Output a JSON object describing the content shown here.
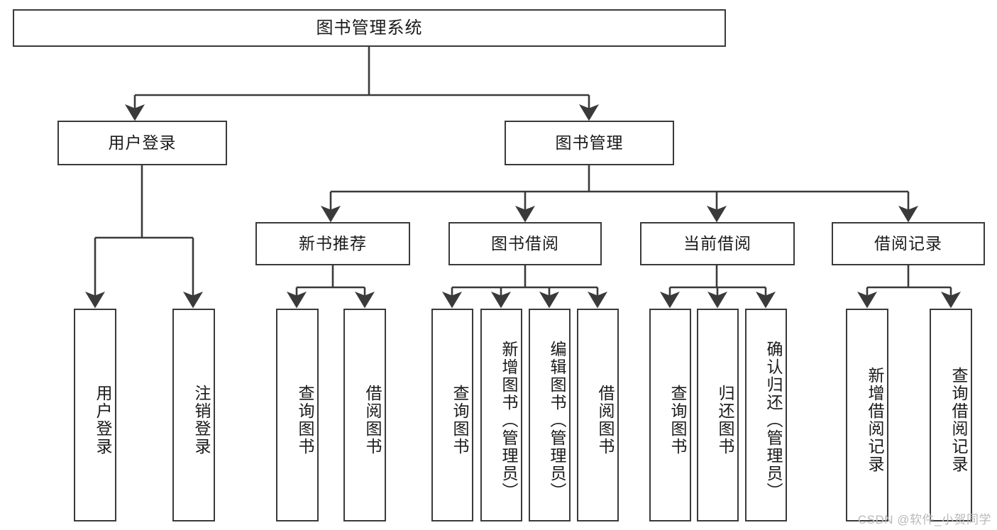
{
  "diagram": {
    "type": "tree",
    "title": "图书管理系统",
    "watermark": "CSDN @软件_小贺同学",
    "colors": {
      "box_border": "#3a3a3a",
      "box_fill": "#ffffff",
      "edge": "#3a3a3a",
      "text": "#1a1a1a",
      "watermark": "#b9b9b9"
    },
    "nodes": {
      "root": {
        "label": "图书管理系统",
        "level": 0
      },
      "user_login": {
        "label": "用户登录",
        "level": 1
      },
      "book_manage": {
        "label": "图书管理",
        "level": 1
      },
      "new_book_rec": {
        "label": "新书推荐",
        "level": 2
      },
      "book_borrow": {
        "label": "图书借阅",
        "level": 2
      },
      "current_borrow": {
        "label": "当前借阅",
        "level": 2
      },
      "borrow_record": {
        "label": "借阅记录",
        "level": 2
      },
      "leaf_user_login": {
        "label": "用户登录",
        "level": 2
      },
      "leaf_logout": {
        "label": "注销登录",
        "level": 2
      },
      "leaf_query_book_1": {
        "label": "查询图书",
        "level": 3
      },
      "leaf_borrow_book_1": {
        "label": "借阅图书",
        "level": 3
      },
      "leaf_query_book_2": {
        "label": "查询图书",
        "level": 3
      },
      "leaf_add_book": {
        "label": "新增图书（管理员）",
        "level": 3
      },
      "leaf_edit_book": {
        "label": "编辑图书（管理员）",
        "level": 3
      },
      "leaf_borrow_book_2": {
        "label": "借阅图书",
        "level": 3
      },
      "leaf_query_book_3": {
        "label": "查询图书",
        "level": 3
      },
      "leaf_return_book": {
        "label": "归还图书",
        "level": 3
      },
      "leaf_confirm_return": {
        "label": "确认归还（管理员）",
        "level": 3
      },
      "leaf_add_record": {
        "label": "新增借阅记录",
        "level": 3
      },
      "leaf_query_record": {
        "label": "查询借阅记录",
        "level": 3
      }
    },
    "edges": [
      {
        "from": "root",
        "to": "user_login"
      },
      {
        "from": "root",
        "to": "book_manage"
      },
      {
        "from": "user_login",
        "to": "leaf_user_login"
      },
      {
        "from": "user_login",
        "to": "leaf_logout"
      },
      {
        "from": "book_manage",
        "to": "new_book_rec"
      },
      {
        "from": "book_manage",
        "to": "book_borrow"
      },
      {
        "from": "book_manage",
        "to": "current_borrow"
      },
      {
        "from": "book_manage",
        "to": "borrow_record"
      },
      {
        "from": "new_book_rec",
        "to": "leaf_query_book_1"
      },
      {
        "from": "new_book_rec",
        "to": "leaf_borrow_book_1"
      },
      {
        "from": "book_borrow",
        "to": "leaf_query_book_2"
      },
      {
        "from": "book_borrow",
        "to": "leaf_add_book"
      },
      {
        "from": "book_borrow",
        "to": "leaf_edit_book"
      },
      {
        "from": "book_borrow",
        "to": "leaf_borrow_book_2"
      },
      {
        "from": "current_borrow",
        "to": "leaf_query_book_3"
      },
      {
        "from": "current_borrow",
        "to": "leaf_return_book"
      },
      {
        "from": "current_borrow",
        "to": "leaf_confirm_return"
      },
      {
        "from": "borrow_record",
        "to": "leaf_add_record"
      },
      {
        "from": "borrow_record",
        "to": "leaf_query_record"
      }
    ]
  }
}
